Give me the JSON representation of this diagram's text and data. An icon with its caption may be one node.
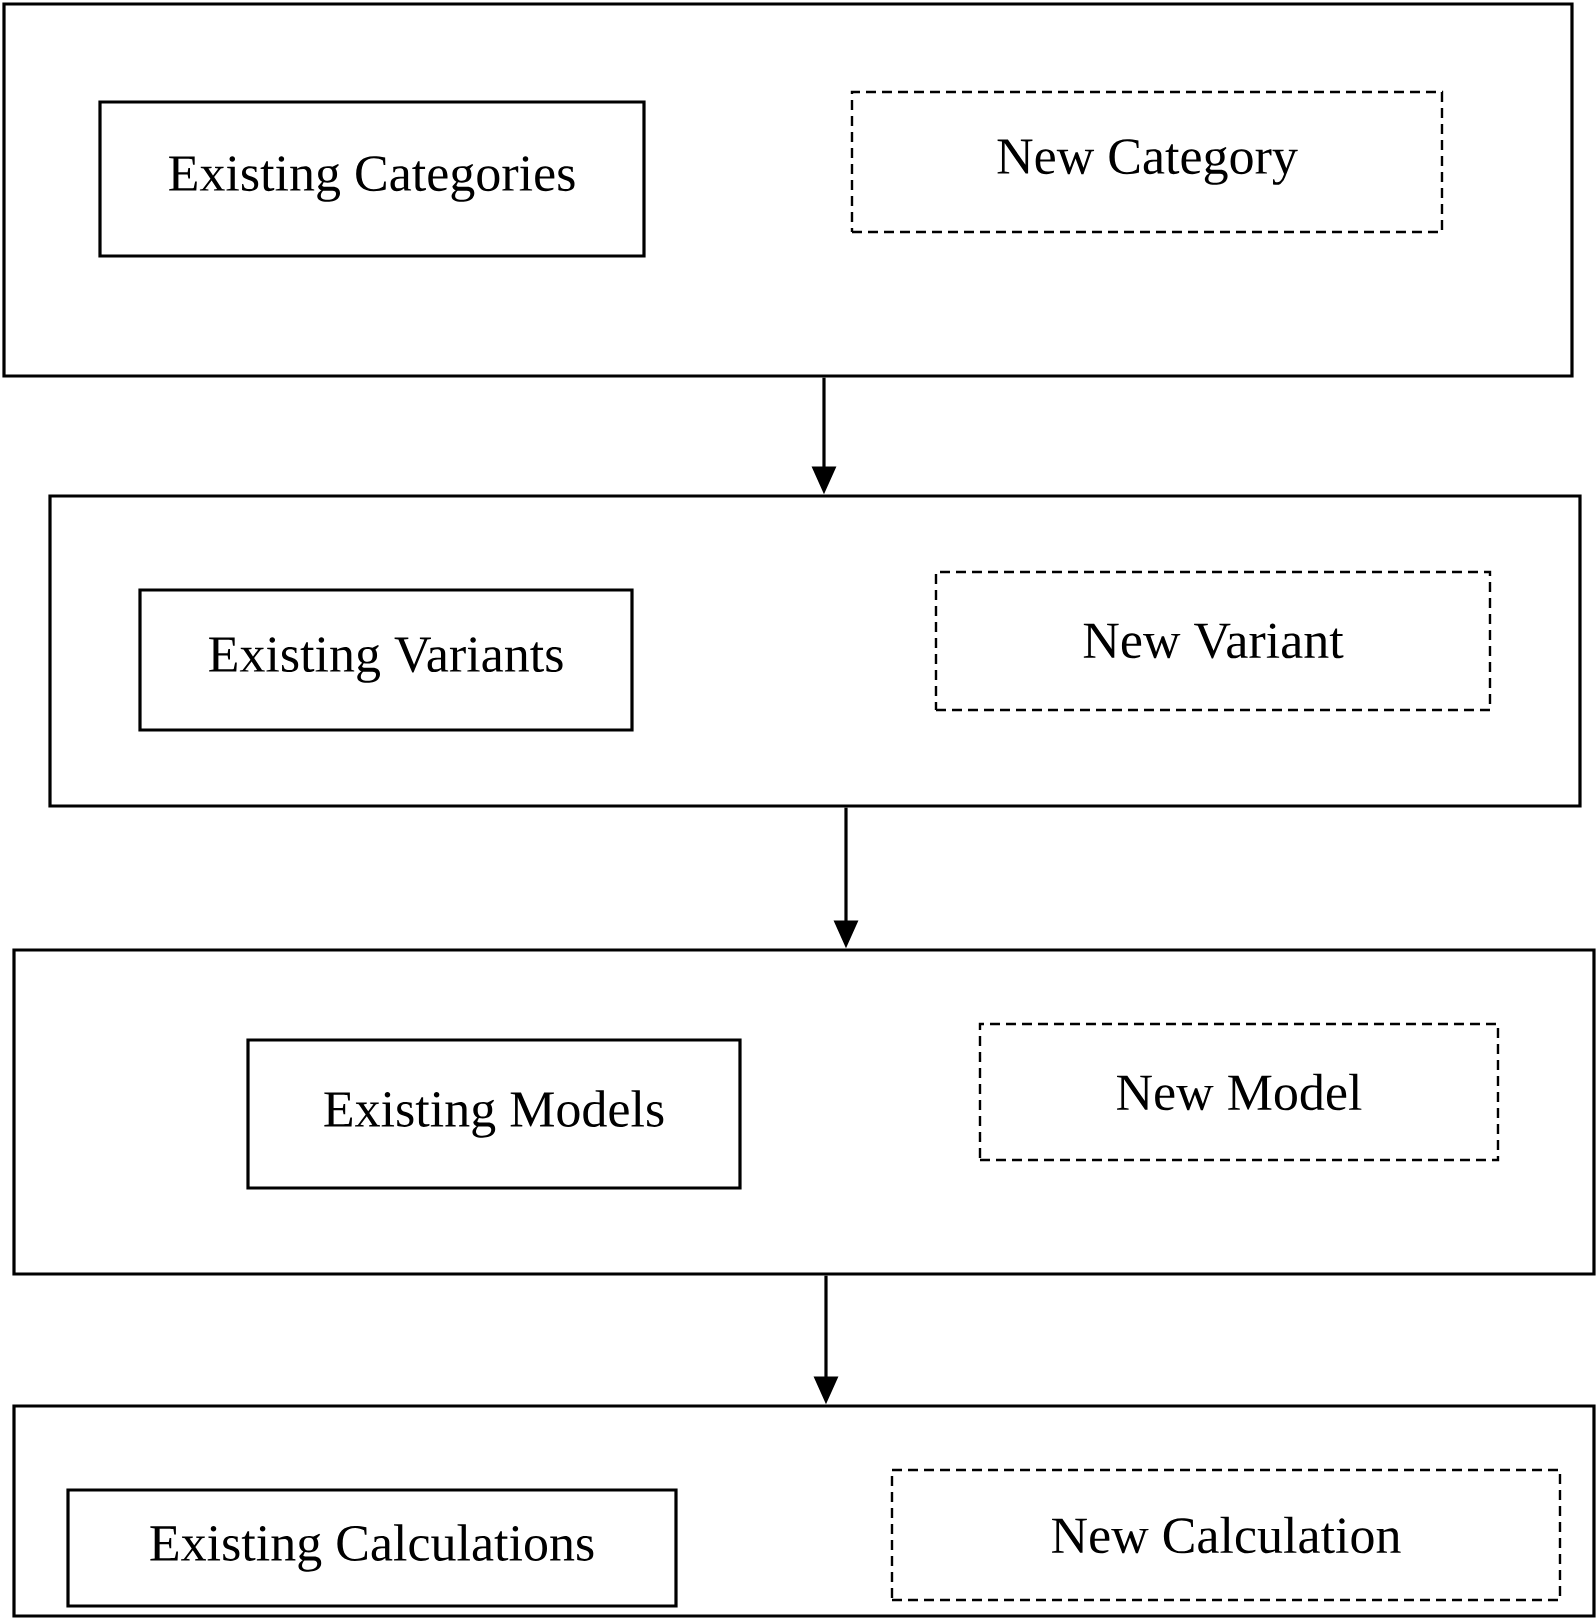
{
  "diagram": {
    "nodes": [
      {
        "text": [],
        "shape": "box"
      },
      {
        "text": [
          "Existing Categories"
        ],
        "in": 0
      },
      {
        "text": [
          "New Category"
        ],
        "in": 0
      },
      {
        "text": [],
        "shape": "box"
      },
      {
        "text": [
          "Existing Variants"
        ],
        "in": 3
      },
      {
        "text": [
          "New Variant"
        ],
        "in": 3
      },
      {
        "text": [],
        "shape": "box"
      },
      {
        "text": [
          "Existing Models"
        ],
        "in": 6
      },
      {
        "text": [
          "New Model"
        ],
        "in": 6
      },
      {
        "text": [],
        "shape": "box"
      },
      {
        "text": [
          "Existing Calculations"
        ],
        "in": 9
      },
      {
        "text": [
          "New Calculation"
        ],
        "in": 9
      }
    ],
    "edges": [
      {
        "from": 0,
        "to": 3,
        "arrow": "to"
      },
      {
        "from": 3,
        "to": 6,
        "arrow": "to"
      },
      {
        "from": 6,
        "to": 9,
        "arrow": "to"
      }
    ]
  }
}
